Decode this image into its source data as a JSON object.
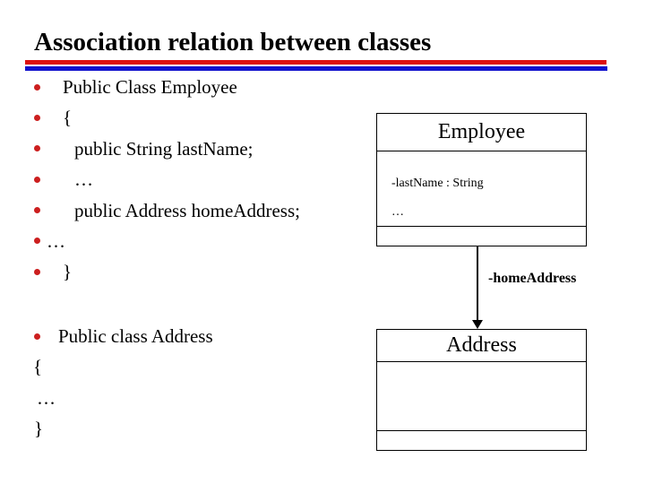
{
  "slide": {
    "title": "Association relation between classes",
    "colors": {
      "title_rule_red": "#dd0f0f",
      "title_rule_blue": "#1111cc",
      "bullet_red": "#cc1f1f"
    }
  },
  "employee_code": {
    "lines": [
      {
        "bullet": true,
        "indent": 0,
        "text": "Public Class Employee"
      },
      {
        "bullet": true,
        "indent": 0,
        "text": "{"
      },
      {
        "bullet": true,
        "indent": 1,
        "text": "public String lastName;"
      },
      {
        "bullet": true,
        "indent": 1,
        "text": "…"
      },
      {
        "bullet": true,
        "indent": 1,
        "text": "public Address homeAddress;"
      },
      {
        "bullet": true,
        "indent": 0,
        "text": "…"
      },
      {
        "bullet": true,
        "indent": 0,
        "text": "}"
      }
    ]
  },
  "address_code": {
    "lines": [
      {
        "bullet": true,
        "indent": 0,
        "text": "Public class Address"
      },
      {
        "bullet": false,
        "indent": 0,
        "text": "{"
      },
      {
        "bullet": false,
        "indent": 0,
        "text": "…"
      },
      {
        "bullet": false,
        "indent": 0,
        "text": "}"
      }
    ]
  },
  "uml": {
    "employee": {
      "name": "Employee",
      "attributes": [
        "-lastName : String",
        "…"
      ],
      "operations": []
    },
    "association_label": "-homeAddress",
    "address": {
      "name": "Address",
      "attributes": [],
      "operations": []
    }
  }
}
